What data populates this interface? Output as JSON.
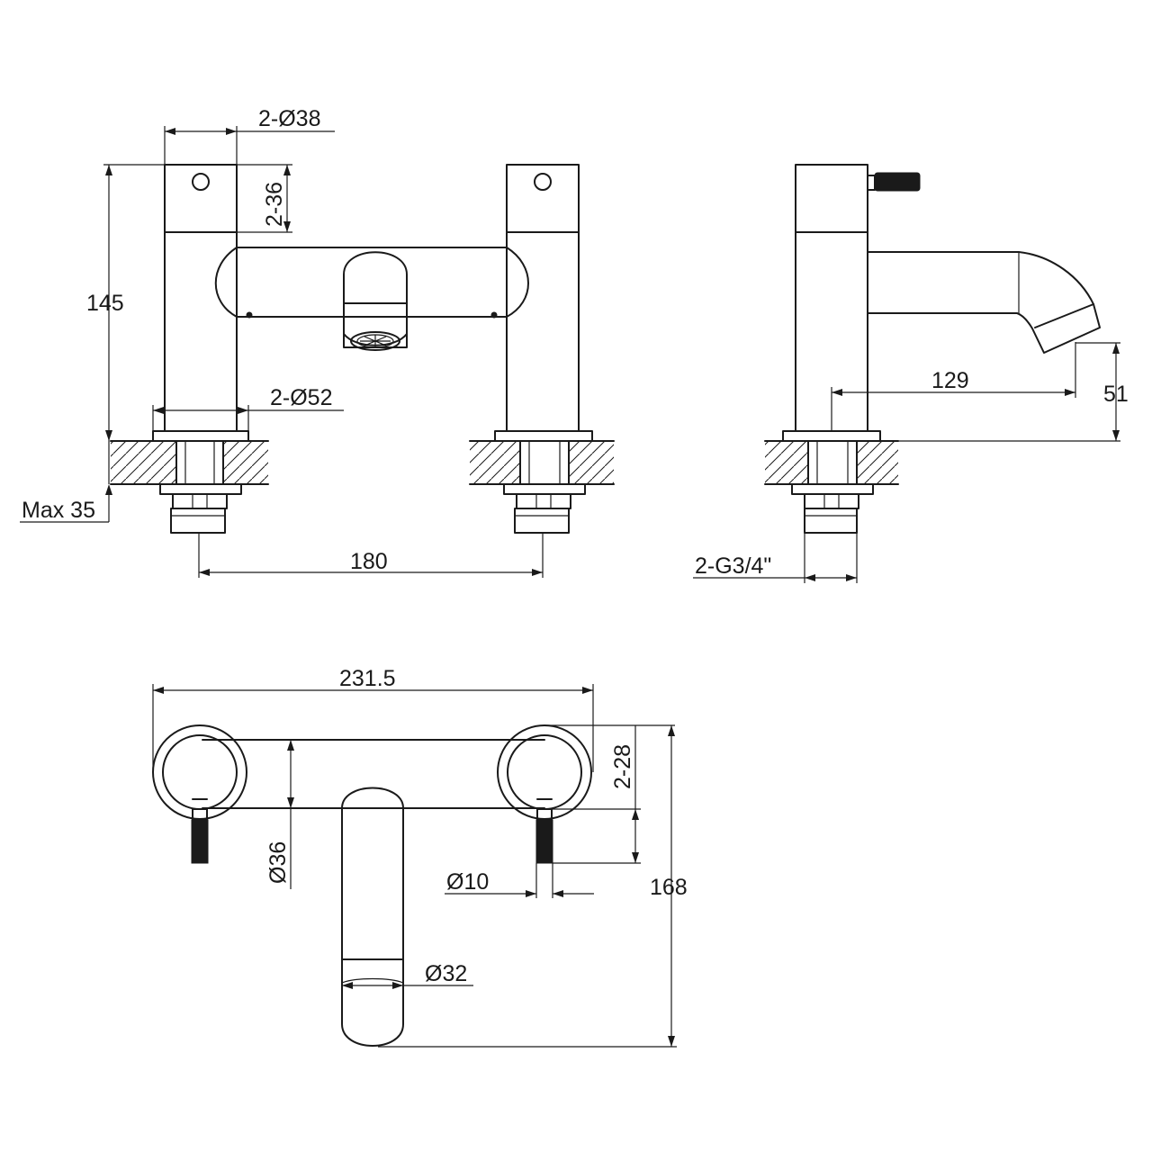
{
  "dimensions": {
    "body_diameter": "2-Ø38",
    "handle_height": "2-36",
    "total_height": "145",
    "base_diameter": "2-Ø52",
    "max_deck_thickness": "Max 35",
    "centres": "180",
    "spout_projection": "129",
    "spout_clearance": "51",
    "connection": "2-G3/4\"",
    "overall_width": "231.5",
    "lever_offset": "2-28",
    "bridge_diameter": "Ø36",
    "lever_diameter": "Ø10",
    "spout_diameter": "Ø32",
    "overall_depth": "168"
  }
}
